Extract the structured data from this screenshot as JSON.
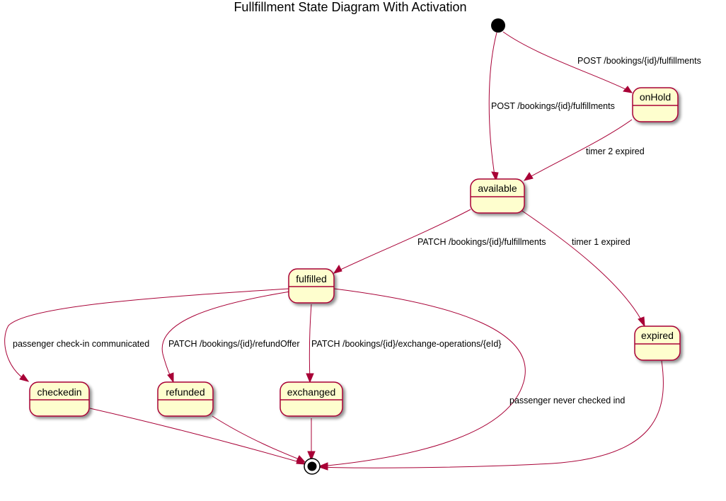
{
  "title": "Fullfillment State Diagram With Activation",
  "colors": {
    "state_fill": "#FEFECE",
    "state_border": "#A80036",
    "edge": "#A80036",
    "node_fill": "#000000"
  },
  "states": {
    "onHold": "onHold",
    "available": "available",
    "fulfilled": "fulfilled",
    "expired": "expired",
    "checkedin": "checkedin",
    "refunded": "refunded",
    "exchanged": "exchanged"
  },
  "transitions": {
    "start_to_onHold": "POST /bookings/{id}/fulfillments",
    "start_to_available": "POST /bookings/{id}/fulfillments",
    "onHold_to_available": "timer 2 expired",
    "available_to_fulfilled": "PATCH /bookings/{id}/fulfillments",
    "available_to_expired": "timer 1 expired",
    "fulfilled_to_checkedin": "passenger check-in communicated",
    "fulfilled_to_refunded": "PATCH /bookings/{id}/refundOffer",
    "fulfilled_to_exchanged": "PATCH /bookings/{id}/exchange-operations/{eId}",
    "fulfilled_to_end": "passenger never checked ind"
  }
}
